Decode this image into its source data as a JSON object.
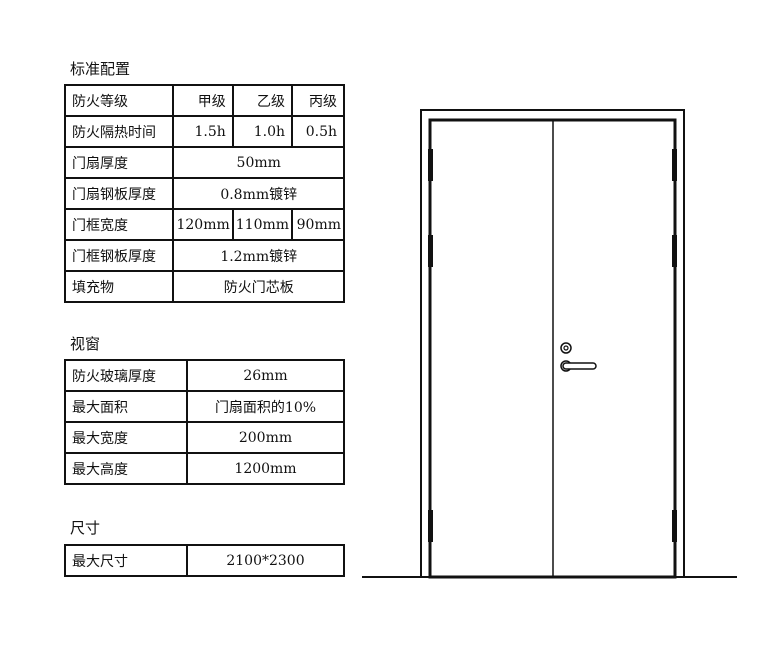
{
  "standard": {
    "title": "标准配置",
    "rows": [
      {
        "label": "防火等级",
        "values": [
          "甲级",
          "乙级",
          "丙级"
        ]
      },
      {
        "label": "防火隔热时间",
        "values": [
          "1.5h",
          "1.0h",
          "0.5h"
        ]
      },
      {
        "label": "门扇厚度",
        "value": "50mm"
      },
      {
        "label": "门扇钢板厚度",
        "value": "0.8mm镀锌"
      },
      {
        "label": "门框宽度",
        "values": [
          "120mm",
          "110mm",
          "90mm"
        ]
      },
      {
        "label": "门框钢板厚度",
        "value": "1.2mm镀锌"
      },
      {
        "label": "填充物",
        "value": "防火门芯板"
      }
    ]
  },
  "window": {
    "title": "视窗",
    "rows": [
      {
        "label": "防火玻璃厚度",
        "value": "26mm"
      },
      {
        "label": "最大面积",
        "value": "门扇面积的10%"
      },
      {
        "label": "最大宽度",
        "value": "200mm"
      },
      {
        "label": "最大高度",
        "value": "1200mm"
      }
    ]
  },
  "size": {
    "title": "尺寸",
    "rows": [
      {
        "label": "最大尺寸",
        "value": "2100*2300"
      }
    ]
  }
}
